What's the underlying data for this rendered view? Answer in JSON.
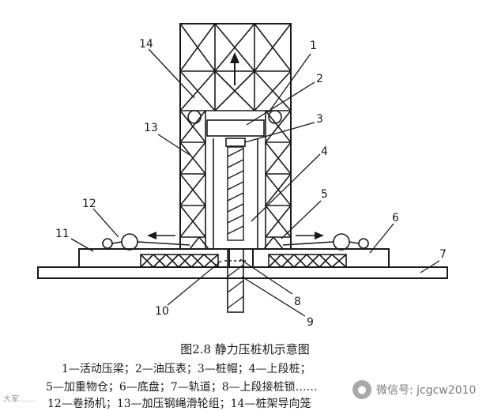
{
  "figure": {
    "caption": "图2.8  静力压桩机示意图",
    "legend_lines": [
      "1—活动压梁；2—油压表；3—桩帽；4—上段桩；",
      "5—加重物仓；6—底盘；7—轨道；8—上段接桩锁……",
      "12—卷扬机；13—加压钢绳滑轮组；14—桩架导向笼"
    ],
    "part_numbers": [
      "1",
      "2",
      "3",
      "4",
      "5",
      "6",
      "7",
      "8",
      "9",
      "10",
      "11",
      "12",
      "13",
      "14"
    ]
  },
  "watermark": {
    "left_text": "大家……",
    "right_text": "微信号: jcgcw2010",
    "icon": "wechat-icon"
  }
}
